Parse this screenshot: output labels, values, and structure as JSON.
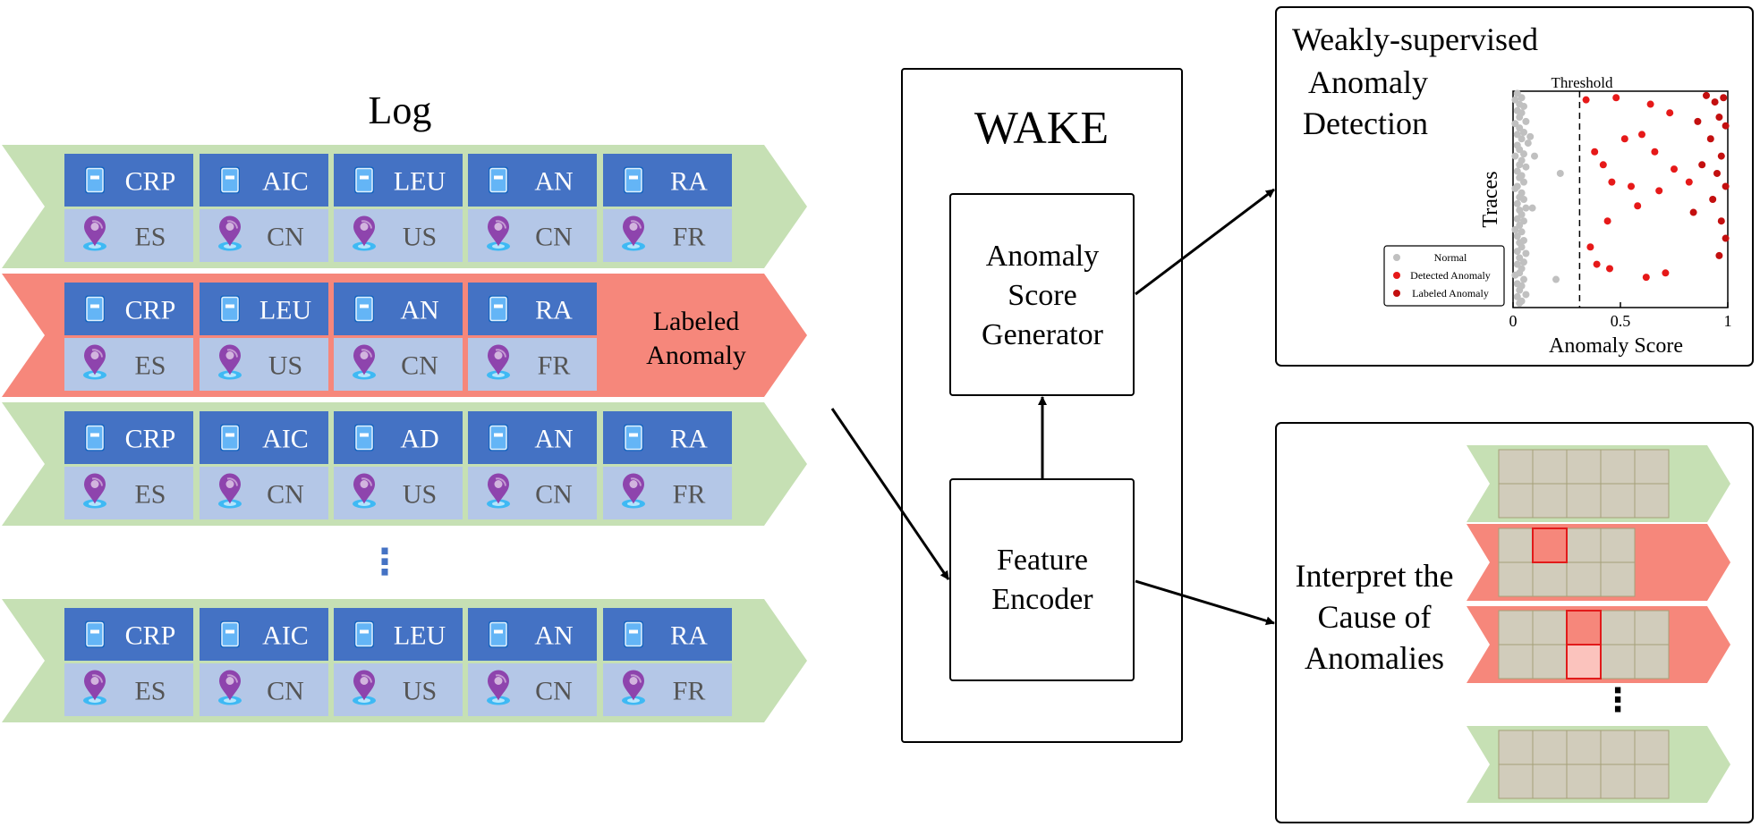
{
  "log": {
    "title": "Log",
    "ellipsis": "⋮",
    "traces": [
      {
        "type": "normal",
        "events": [
          {
            "activity": "CRP",
            "location": "ES"
          },
          {
            "activity": "AIC",
            "location": "CN"
          },
          {
            "activity": "LEU",
            "location": "US"
          },
          {
            "activity": "AN",
            "location": "CN"
          },
          {
            "activity": "RA",
            "location": "FR"
          }
        ]
      },
      {
        "type": "anomaly",
        "label_line1": "Labeled",
        "label_line2": "Anomaly",
        "events": [
          {
            "activity": "CRP",
            "location": "ES"
          },
          {
            "activity": "LEU",
            "location": "US"
          },
          {
            "activity": "AN",
            "location": "CN"
          },
          {
            "activity": "RA",
            "location": "FR"
          }
        ]
      },
      {
        "type": "normal",
        "events": [
          {
            "activity": "CRP",
            "location": "ES"
          },
          {
            "activity": "AIC",
            "location": "CN"
          },
          {
            "activity": "AD",
            "location": "US"
          },
          {
            "activity": "AN",
            "location": "CN"
          },
          {
            "activity": "RA",
            "location": "FR"
          }
        ]
      },
      {
        "type": "normal",
        "events": [
          {
            "activity": "CRP",
            "location": "ES"
          },
          {
            "activity": "AIC",
            "location": "CN"
          },
          {
            "activity": "LEU",
            "location": "US"
          },
          {
            "activity": "AN",
            "location": "CN"
          },
          {
            "activity": "RA",
            "location": "FR"
          }
        ]
      }
    ]
  },
  "wake": {
    "title": "WAKE",
    "score_generator": [
      "Anomaly",
      "Score",
      "Generator"
    ],
    "feature_encoder": [
      "Feature",
      "Encoder"
    ]
  },
  "detection": {
    "title_line1": "Weakly-supervised",
    "title_line2": "Anomaly",
    "title_line3": "Detection",
    "threshold_label": "Threshold",
    "chart_data": {
      "type": "scatter",
      "xlabel": "Anomaly Score",
      "ylabel": "Traces",
      "xlim": [
        0,
        1
      ],
      "x_ticks": [
        "0",
        "0.5",
        "1"
      ],
      "threshold": 0.31,
      "legend_placement": "left",
      "legend": [
        {
          "name": "Normal",
          "color": "#c0c0c0"
        },
        {
          "name": "Detected Anomaly",
          "color": "#e61919"
        },
        {
          "name": "Labeled Anomaly",
          "color": "#c30f0f"
        }
      ],
      "series": [
        {
          "name": "Normal",
          "color": "#c0c0c0",
          "x": [
            0.02,
            0.04,
            0.01,
            0.03,
            0.05,
            0.02,
            0.04,
            0.03,
            0.06,
            0.01,
            0.03,
            0.05,
            0.02,
            0.04,
            0.07,
            0.02,
            0.03,
            0.05,
            0.01,
            0.04,
            0.03,
            0.06,
            0.02,
            0.04,
            0.03,
            0.05,
            0.02,
            0.01,
            0.04,
            0.03,
            0.05,
            0.02,
            0.06,
            0.03,
            0.04,
            0.02,
            0.05,
            0.03,
            0.01,
            0.04,
            0.02,
            0.05,
            0.03,
            0.04,
            0.02,
            0.06,
            0.03,
            0.05,
            0.02,
            0.04,
            0.03,
            0.01,
            0.05,
            0.02,
            0.04,
            0.03,
            0.06,
            0.02,
            0.04,
            0.03,
            0.08,
            0.1,
            0.22,
            0.2,
            0.09
          ],
          "y": [
            0.99,
            0.97,
            0.96,
            0.94,
            0.93,
            0.91,
            0.9,
            0.88,
            0.86,
            0.85,
            0.83,
            0.81,
            0.8,
            0.78,
            0.76,
            0.75,
            0.73,
            0.71,
            0.7,
            0.68,
            0.66,
            0.65,
            0.63,
            0.61,
            0.6,
            0.58,
            0.56,
            0.55,
            0.53,
            0.51,
            0.5,
            0.48,
            0.46,
            0.45,
            0.43,
            0.41,
            0.4,
            0.38,
            0.36,
            0.35,
            0.33,
            0.31,
            0.3,
            0.28,
            0.26,
            0.25,
            0.23,
            0.21,
            0.2,
            0.18,
            0.16,
            0.15,
            0.13,
            0.11,
            0.1,
            0.08,
            0.06,
            0.05,
            0.03,
            0.02,
            0.79,
            0.7,
            0.62,
            0.13,
            0.46
          ]
        },
        {
          "name": "Detected Anomaly",
          "color": "#e61919",
          "x": [
            0.34,
            0.48,
            0.64,
            0.73,
            0.6,
            0.52,
            0.38,
            0.42,
            0.46,
            0.55,
            0.68,
            0.82,
            0.75,
            0.66,
            0.58,
            0.44,
            0.36,
            0.39,
            0.45,
            0.62,
            0.71
          ],
          "y": [
            0.96,
            0.97,
            0.94,
            0.9,
            0.8,
            0.78,
            0.72,
            0.66,
            0.58,
            0.56,
            0.54,
            0.58,
            0.64,
            0.72,
            0.47,
            0.4,
            0.28,
            0.2,
            0.18,
            0.14,
            0.16
          ]
        },
        {
          "name": "Labeled Anomaly",
          "color": "#c30f0f",
          "x": [
            0.9,
            0.94,
            0.98,
            0.96,
            0.99,
            0.86,
            0.92,
            0.97,
            0.88,
            0.95,
            0.99,
            0.93,
            0.84,
            0.97,
            0.99,
            0.96
          ],
          "y": [
            0.98,
            0.95,
            0.97,
            0.88,
            0.84,
            0.86,
            0.78,
            0.7,
            0.66,
            0.62,
            0.56,
            0.5,
            0.44,
            0.4,
            0.32,
            0.24
          ]
        }
      ]
    }
  },
  "interpret": {
    "title_line1": "Interpret the",
    "title_line2": "Cause of",
    "title_line3": "Anomalies",
    "ellipsis": "⋮"
  },
  "colors": {
    "normal_band": "#c6e0b4",
    "anomaly_band": "#f6877b",
    "activity_cell": "#4472c4",
    "location_cell": "#b4c7e7",
    "grid_cell": "#d1ccbb",
    "grid_highlight": "#f6877b",
    "grid_highlight_light": "#fbc3bd"
  }
}
